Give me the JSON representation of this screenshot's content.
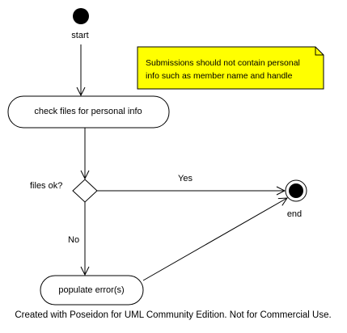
{
  "nodes": {
    "start": "start",
    "check_files": "check files for personal info",
    "decision": "files ok?",
    "populate_errors": "populate error(s)",
    "end": "end"
  },
  "transitions": {
    "yes": "Yes",
    "no": "No"
  },
  "note": {
    "line1": "Submissions should not contain personal",
    "line2": "info such as member name and handle"
  },
  "footer": "Created with Poseidon for UML Community Edition. Not for Commercial Use.",
  "colors": {
    "note_fill": "#ffff00",
    "line": "#000000",
    "background": "#ffffff"
  }
}
